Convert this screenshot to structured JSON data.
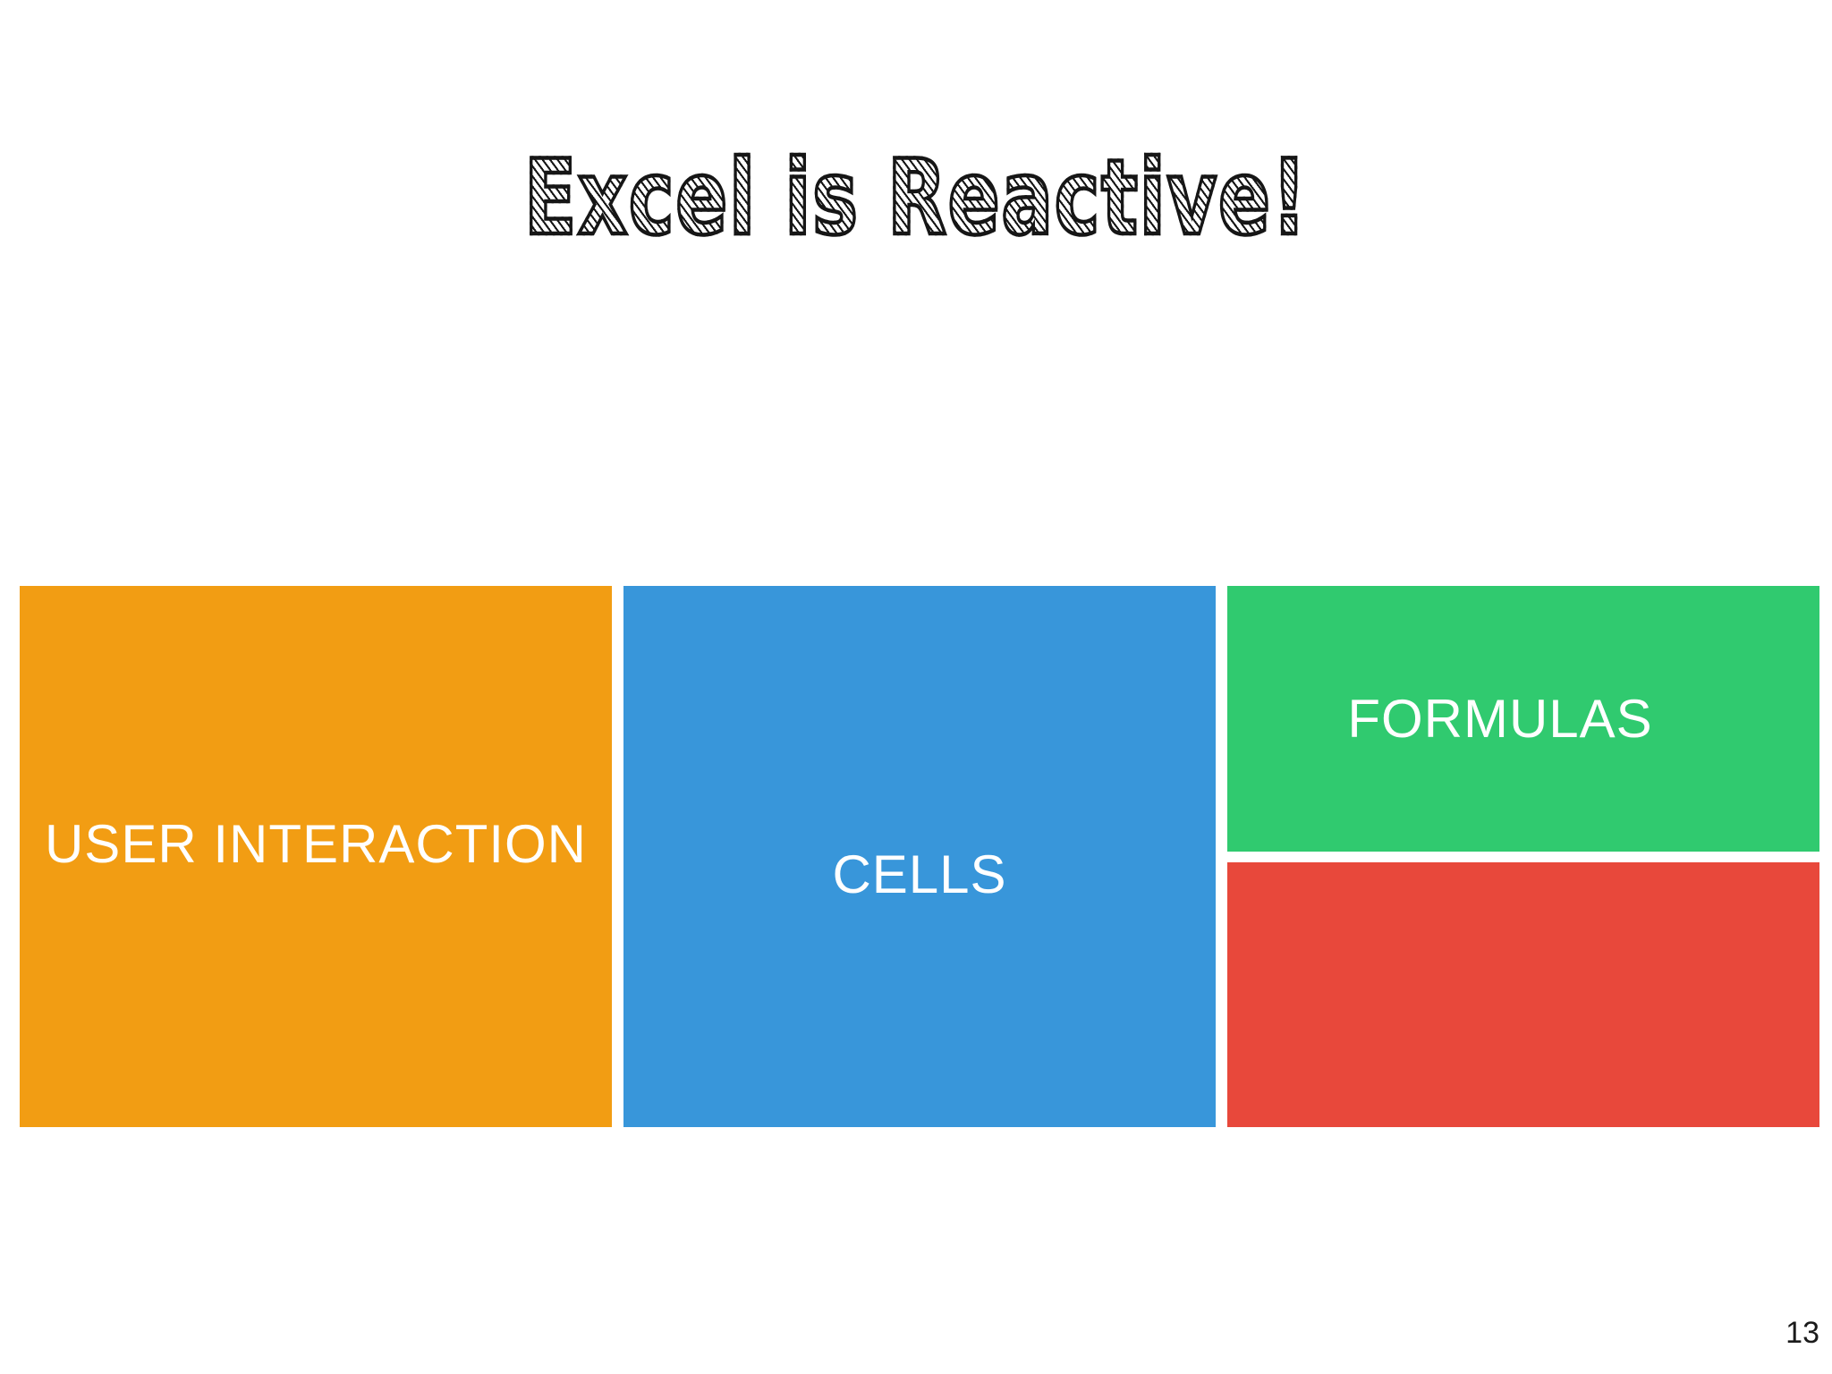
{
  "slide": {
    "title": "Excel is Reactive!",
    "page_number": "13",
    "palette": {
      "background": "#ffffff",
      "title_ink": "#161616",
      "orange": "#F29D13",
      "blue": "#3896DA",
      "green": "#30CA6F",
      "red": "#E8483B",
      "label_text": "#ffffff"
    },
    "blocks": [
      {
        "name": "user-interaction",
        "label": "USER INTERACTION",
        "color": "#F29D13"
      },
      {
        "name": "cells",
        "label": "CELLS",
        "color": "#3896DA"
      },
      {
        "name": "formulas",
        "label": "FORMULAS",
        "color": "#30CA6F"
      },
      {
        "name": "red-block",
        "label": "",
        "color": "#E8483B"
      }
    ]
  }
}
